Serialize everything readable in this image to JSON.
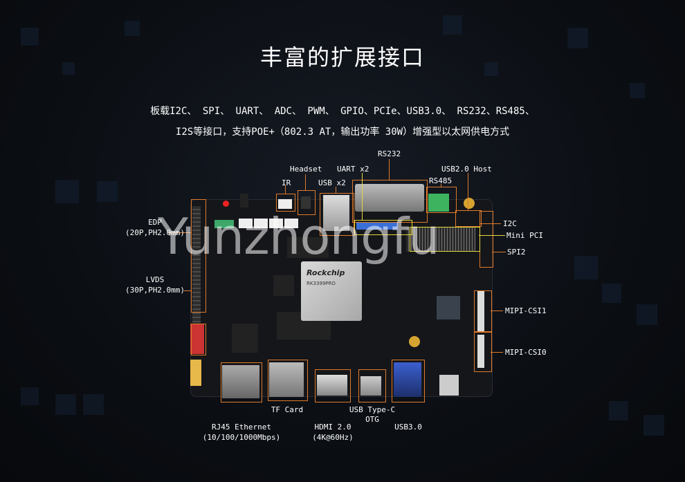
{
  "title": "丰富的扩展接口",
  "description": {
    "line1": "板载I2C、 SPI、 UART、 ADC、 PWM、 GPIO、PCIe、USB3.0、 RS232、RS485、",
    "line2": "I2S等接口，支持POE+（802.3 AT，输出功率 30W）增强型以太网供电方式"
  },
  "labels": {
    "rs232": "RS232",
    "headset": "Headset",
    "uart": "UART x2",
    "usb20host": "USB2.0 Host",
    "ir": "IR",
    "usbx2": "USB x2",
    "rs485": "RS485",
    "edp": "EDP",
    "edp_spec": "(20P,PH2.0mm)",
    "i2c": "I2C",
    "minipci": "Mini PCI",
    "spi2": "SPI2",
    "lvds": "LVDS",
    "lvds_spec": "(30P,PH2.0mm)",
    "mipi_csi1": "MIPI-CSI1",
    "mipi_csi0": "MIPI-CSI0",
    "tfcard": "TF Card",
    "usbtypec": "USB Type-C",
    "otg": "OTG",
    "rj45": "RJ45 Ethernet",
    "rj45_spec": "(10/100/1000Mbps)",
    "hdmi": "HDMI 2.0",
    "hdmi_spec": "(4K@60Hz)",
    "usb30": "USB3.0"
  },
  "chip": {
    "brand": "Rockchip",
    "model": "RK3399PRO"
  },
  "watermark": "Yunzhongfu"
}
